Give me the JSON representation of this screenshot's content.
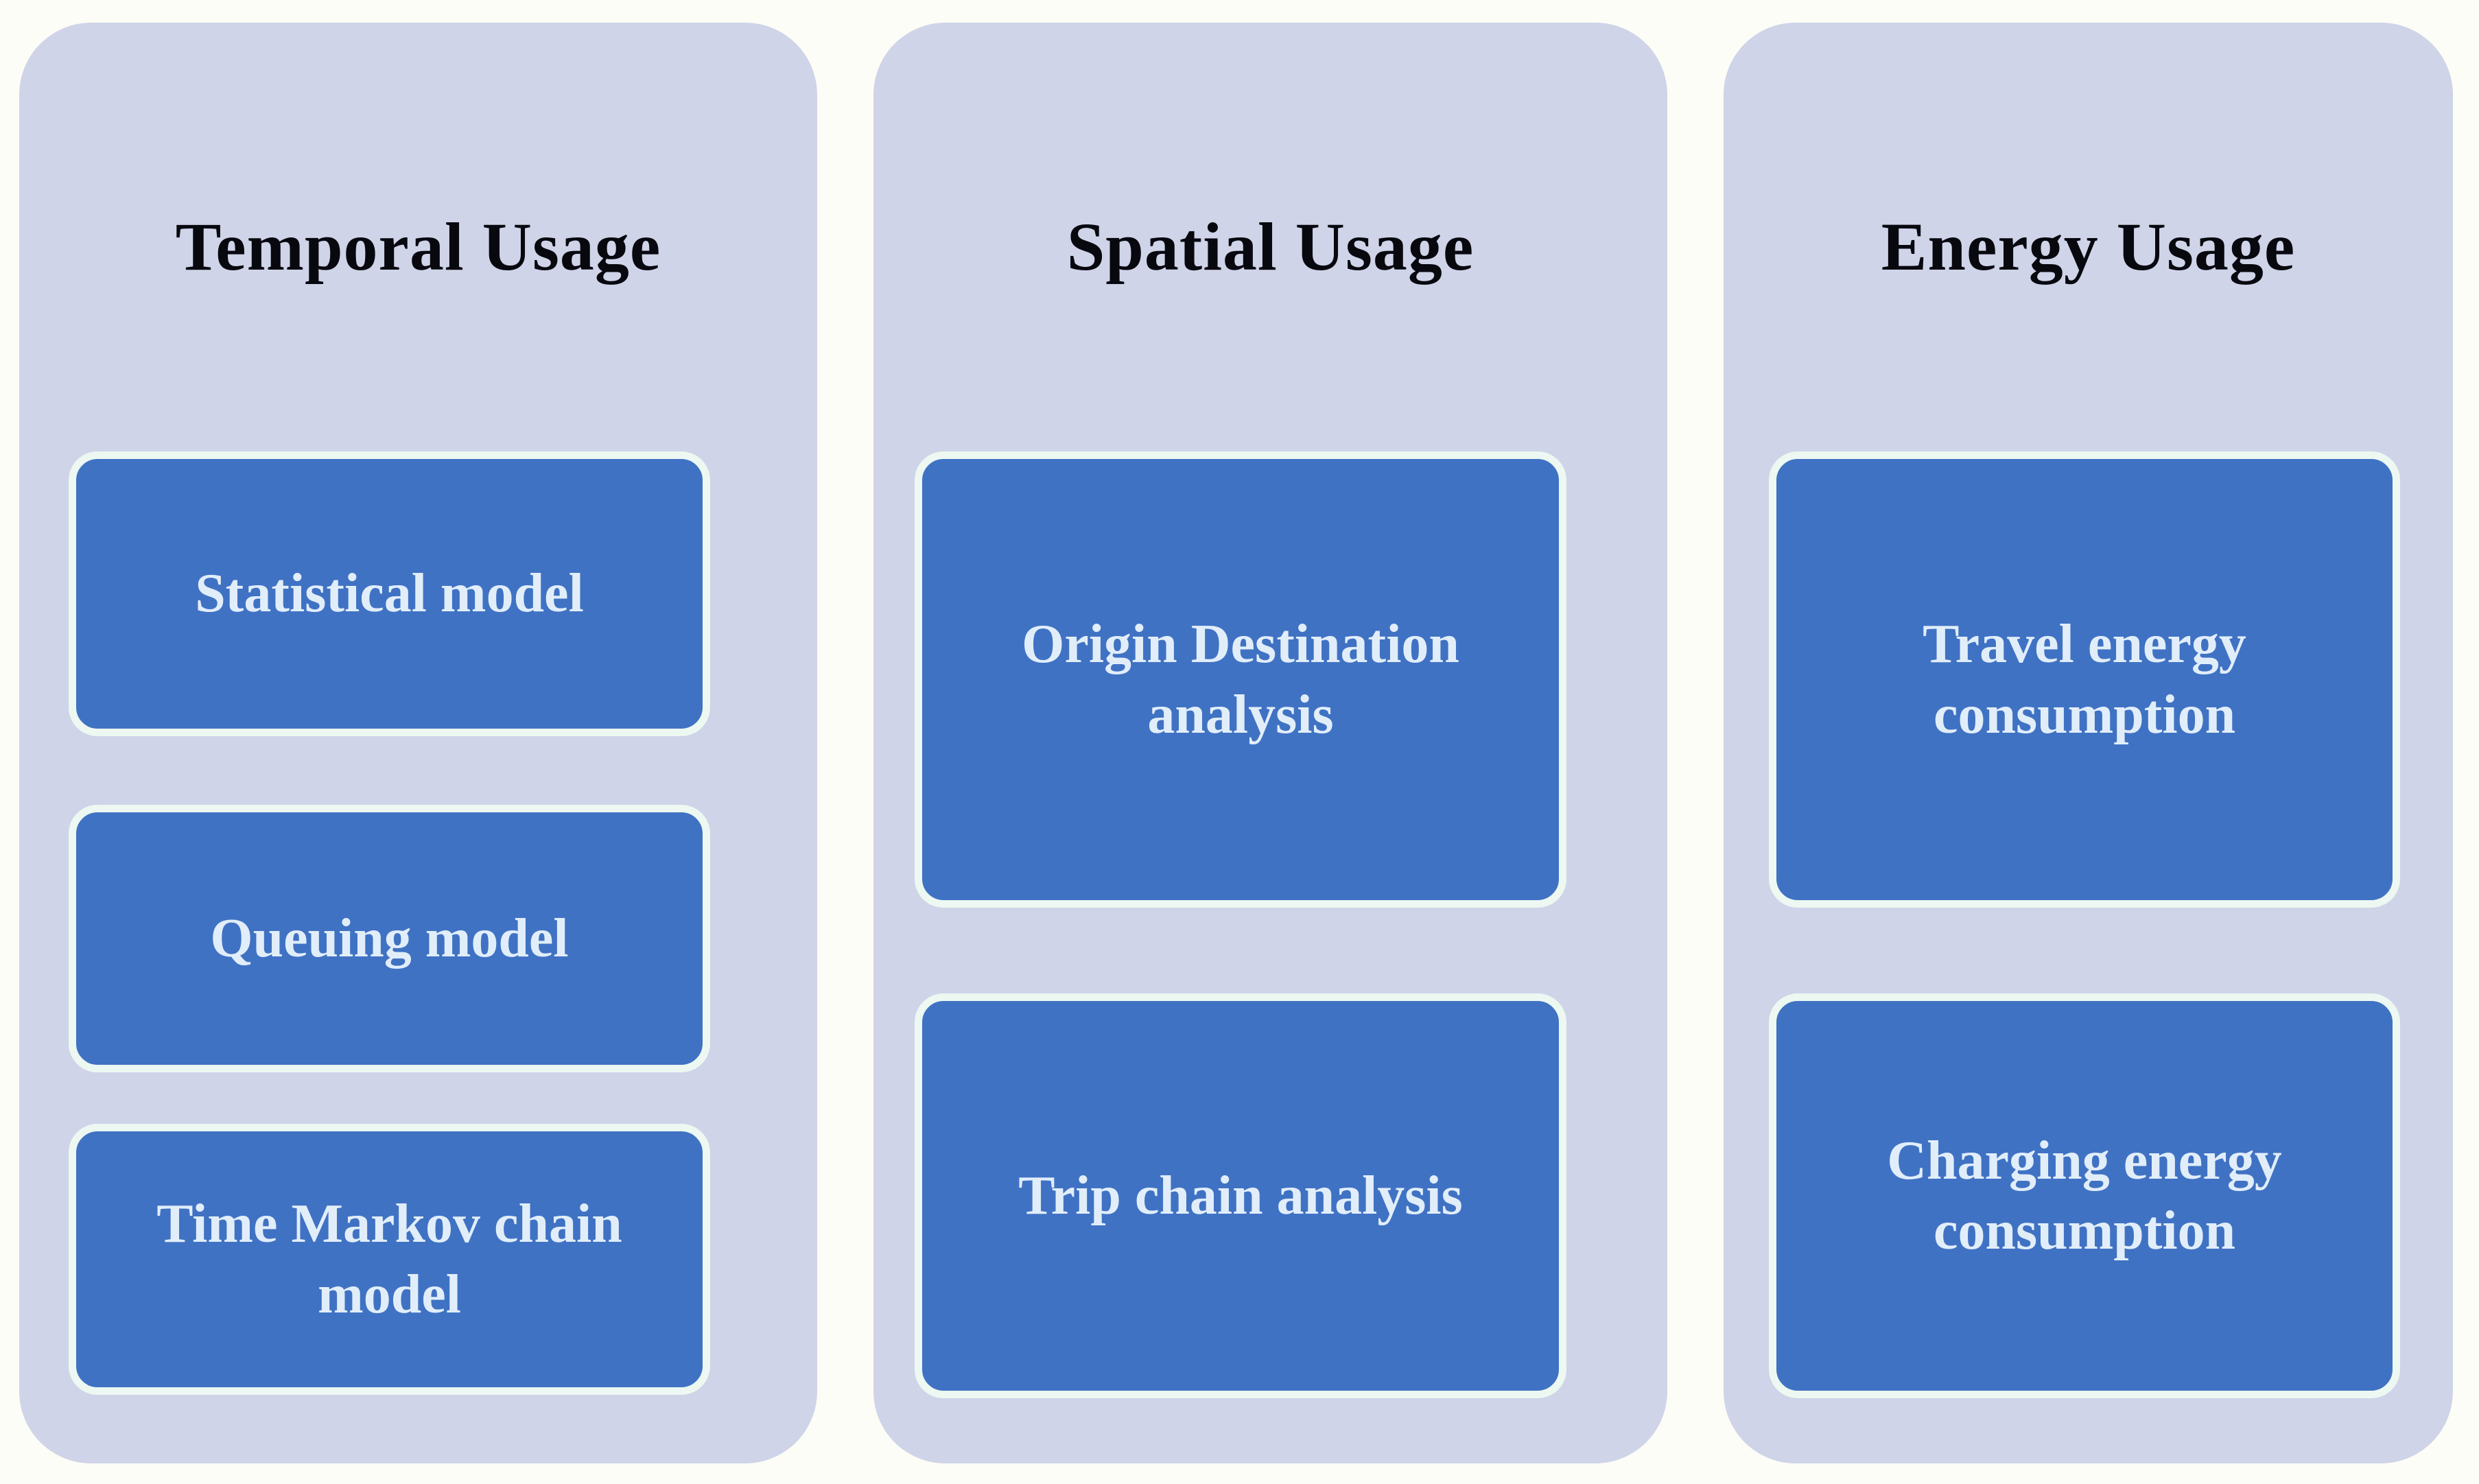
{
  "figure": {
    "columns": [
      {
        "title": "Temporal Usage",
        "items": [
          {
            "label": "Statistical model"
          },
          {
            "label": "Queuing model"
          },
          {
            "label": "Time Markov chain model"
          }
        ]
      },
      {
        "title": "Spatial Usage",
        "items": [
          {
            "label": "Origin Destination analysis"
          },
          {
            "label": "Trip chain analysis"
          }
        ]
      },
      {
        "title": "Energy Usage",
        "items": [
          {
            "label": "Travel energy consumption"
          },
          {
            "label": "Charging energy consumption"
          }
        ]
      }
    ],
    "colors": {
      "page_bg": "#FDFDF7",
      "panel_bg": "#CFD4E8",
      "box_bg": "#4072C4",
      "box_border": "#ECF8F1",
      "box_text": "#E1EEF9",
      "title_text": "#08080F"
    }
  }
}
